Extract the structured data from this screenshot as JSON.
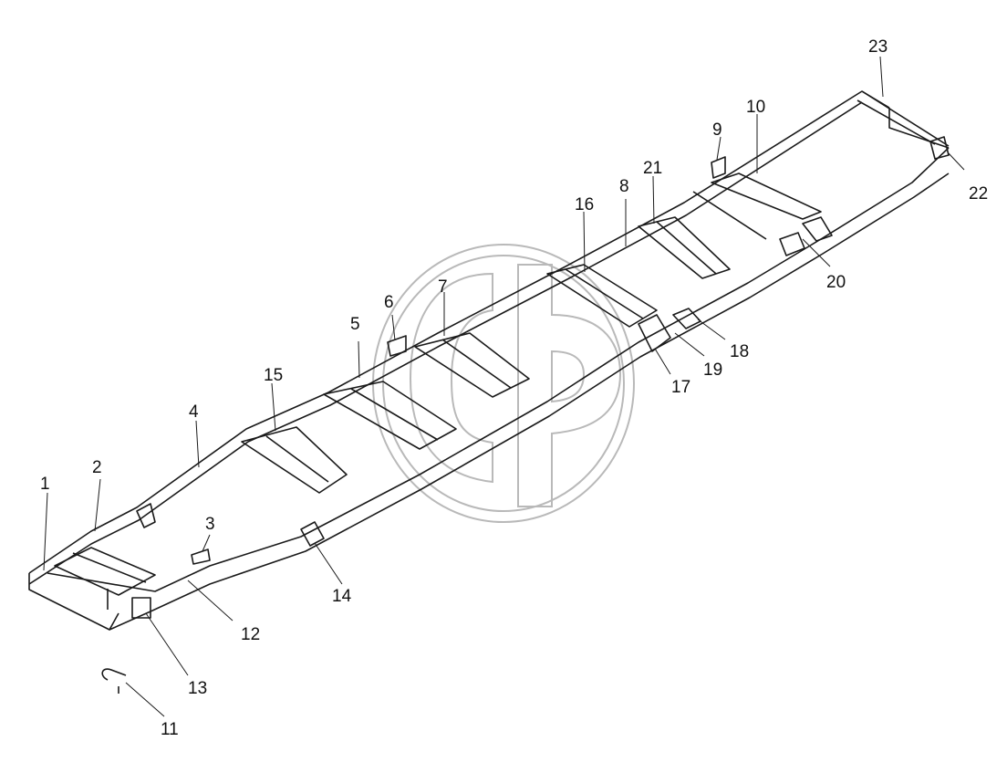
{
  "diagram": {
    "callouts": [
      "1",
      "2",
      "3",
      "4",
      "5",
      "6",
      "7",
      "8",
      "9",
      "10",
      "11",
      "12",
      "13",
      "14",
      "15",
      "16",
      "17",
      "18",
      "19",
      "20",
      "21",
      "22",
      "23"
    ]
  },
  "colors": {
    "line": "#1a1a1a",
    "watermark": "#b5b5b5",
    "background": "#ffffff"
  }
}
